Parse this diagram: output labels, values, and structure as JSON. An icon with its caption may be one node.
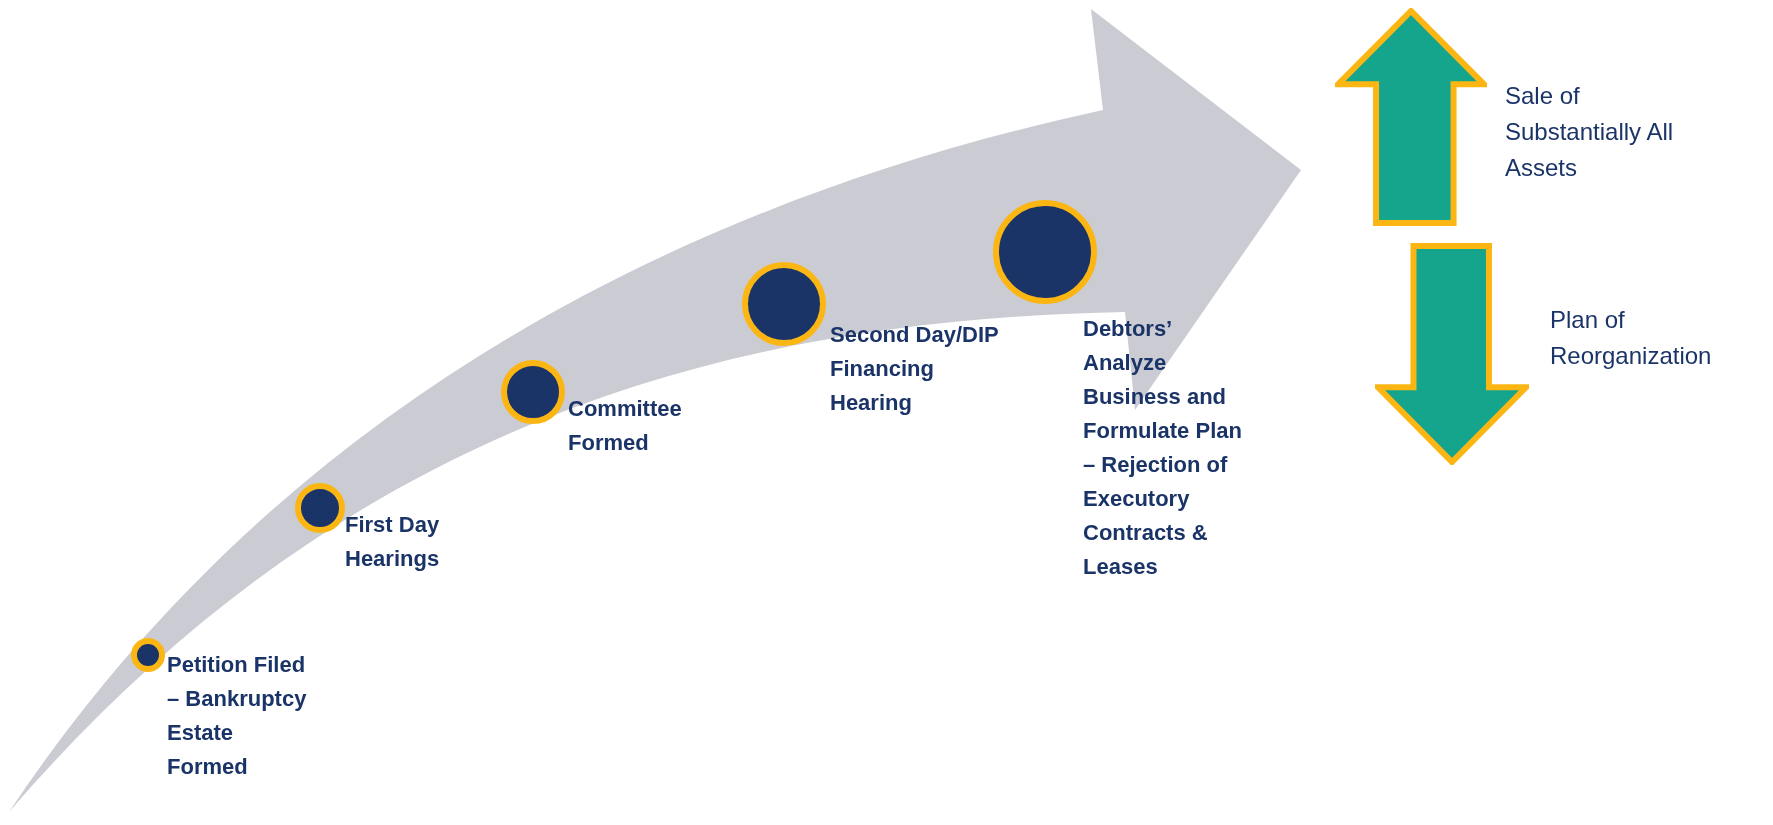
{
  "diagram": {
    "nodes": [
      {
        "text": [],
        "shape": "circle",
        "beside": [
          "Petition Filed – Bankruptcy Estate Formed"
        ]
      },
      {
        "text": [],
        "shape": "circle",
        "beside": [
          "First Day Hearings"
        ]
      },
      {
        "text": [],
        "shape": "circle",
        "beside": [
          "Committee Formed"
        ]
      },
      {
        "text": [],
        "shape": "circle",
        "beside": [
          "Second Day/DIP Financing Hearing"
        ]
      },
      {
        "text": [],
        "shape": "circle",
        "beside": [
          "Debtors’ Analyze Business and Formulate Plan – Rejection of Executory Contracts & Leases"
        ]
      },
      {
        "text": [],
        "shape": "up-arrow",
        "beside": [
          "Sale of Substantially All Assets"
        ]
      },
      {
        "text": [],
        "shape": "down-arrow",
        "beside": [
          "Plan of Reorganization"
        ]
      }
    ]
  }
}
